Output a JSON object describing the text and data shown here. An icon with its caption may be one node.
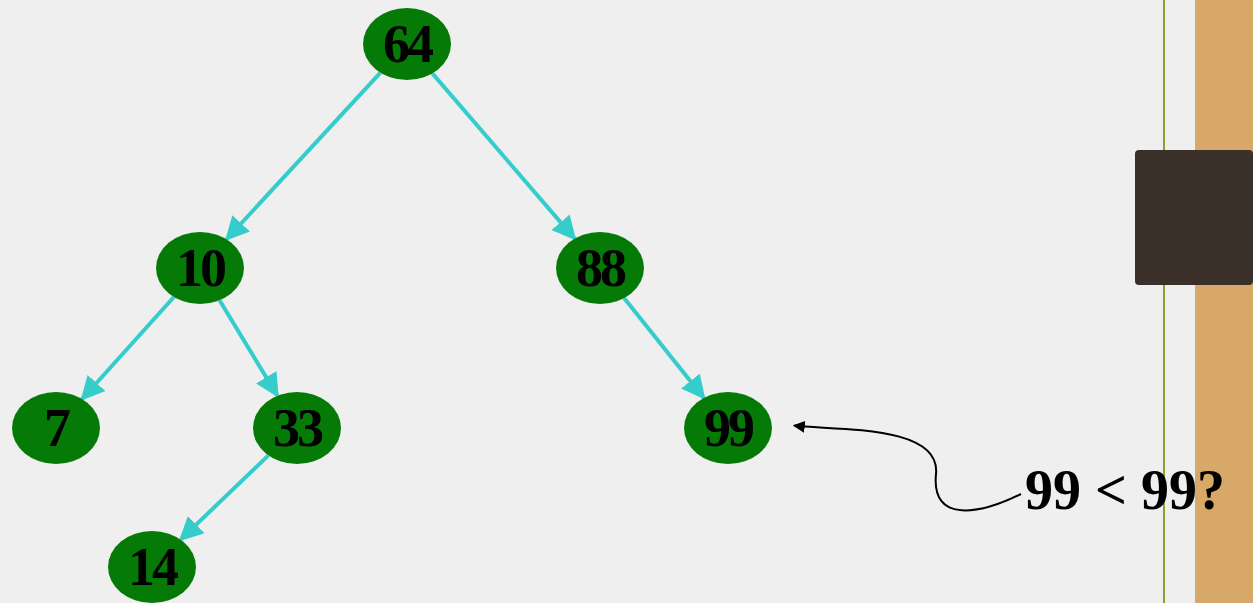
{
  "diagram": {
    "nodes": [
      {
        "text": [
          "64"
        ]
      },
      {
        "text": [
          "10"
        ]
      },
      {
        "text": [
          "88"
        ]
      },
      {
        "text": [
          "7"
        ]
      },
      {
        "text": [
          "33"
        ]
      },
      {
        "text": [
          "99"
        ]
      },
      {
        "text": [
          "14"
        ]
      },
      {
        "text": [
          "99 < 99?"
        ]
      }
    ],
    "edges": [
      {
        "from": 0,
        "to": 1,
        "arrow": "to"
      },
      {
        "from": 0,
        "to": 2,
        "arrow": "to"
      },
      {
        "from": 1,
        "to": 3,
        "arrow": "to"
      },
      {
        "from": 1,
        "to": 4,
        "arrow": "to"
      },
      {
        "from": 2,
        "to": 5,
        "arrow": "to"
      },
      {
        "from": 4,
        "to": 6,
        "arrow": "to"
      },
      {
        "from": 7,
        "to": 5,
        "arrow": "to",
        "color": "#000000"
      }
    ]
  }
}
